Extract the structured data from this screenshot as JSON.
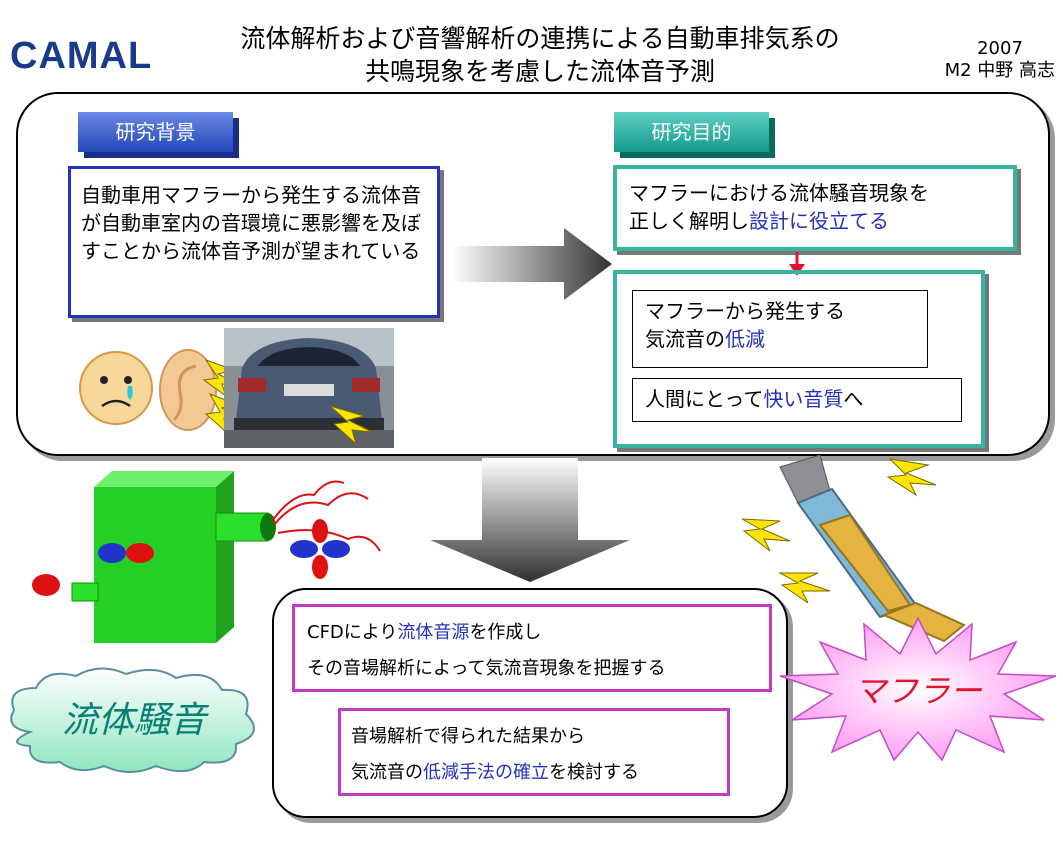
{
  "header": {
    "logo_text": "CAMAL",
    "title_line1": "流体解析および音響解析の連携による自動車排気系の",
    "title_line2": "共鳴現象を考慮した流体音予測",
    "year": "2007",
    "author": "M2 中野 高志"
  },
  "background": {
    "label": "研究背景",
    "text": "自動車用マフラーから発生する流体音が自動車室内の音環境に悪影響を及ぼすことから流体音予測が望まれている"
  },
  "goal": {
    "label": "研究目的",
    "line1": "マフラーにおける流体騒音現象を",
    "line2_prefix": "正しく解明し",
    "line2_highlight": "設計に役立てる"
  },
  "results": {
    "item1_line1": "マフラーから発生する",
    "item1_prefix": "気流音の",
    "item1_highlight": "低減",
    "item2_prefix": "人間にとって",
    "item2_highlight": "快い音質",
    "item2_suffix": "へ"
  },
  "method": {
    "line1_prefix": "CFDにより",
    "line1_highlight": "流体音源",
    "line1_suffix": "を作成し",
    "line2": "その音場解析によって気流音現象を把握する",
    "line3": "音場解析で得られた結果から",
    "line4_prefix": "気流音の",
    "line4_highlight": "低減手法の確立",
    "line4_suffix": "を検討する"
  },
  "callouts": {
    "fluid_noise": "流体騒音",
    "muffler": "マフラー"
  },
  "colors": {
    "highlight": "#2432b8",
    "bg_label": "#2247b8",
    "goal_label": "#129a8c",
    "goal_border": "#38b49e",
    "method_border": "#c33ac5",
    "muffler_text": "#e0142d",
    "fluid_text": "#0a7f76"
  }
}
